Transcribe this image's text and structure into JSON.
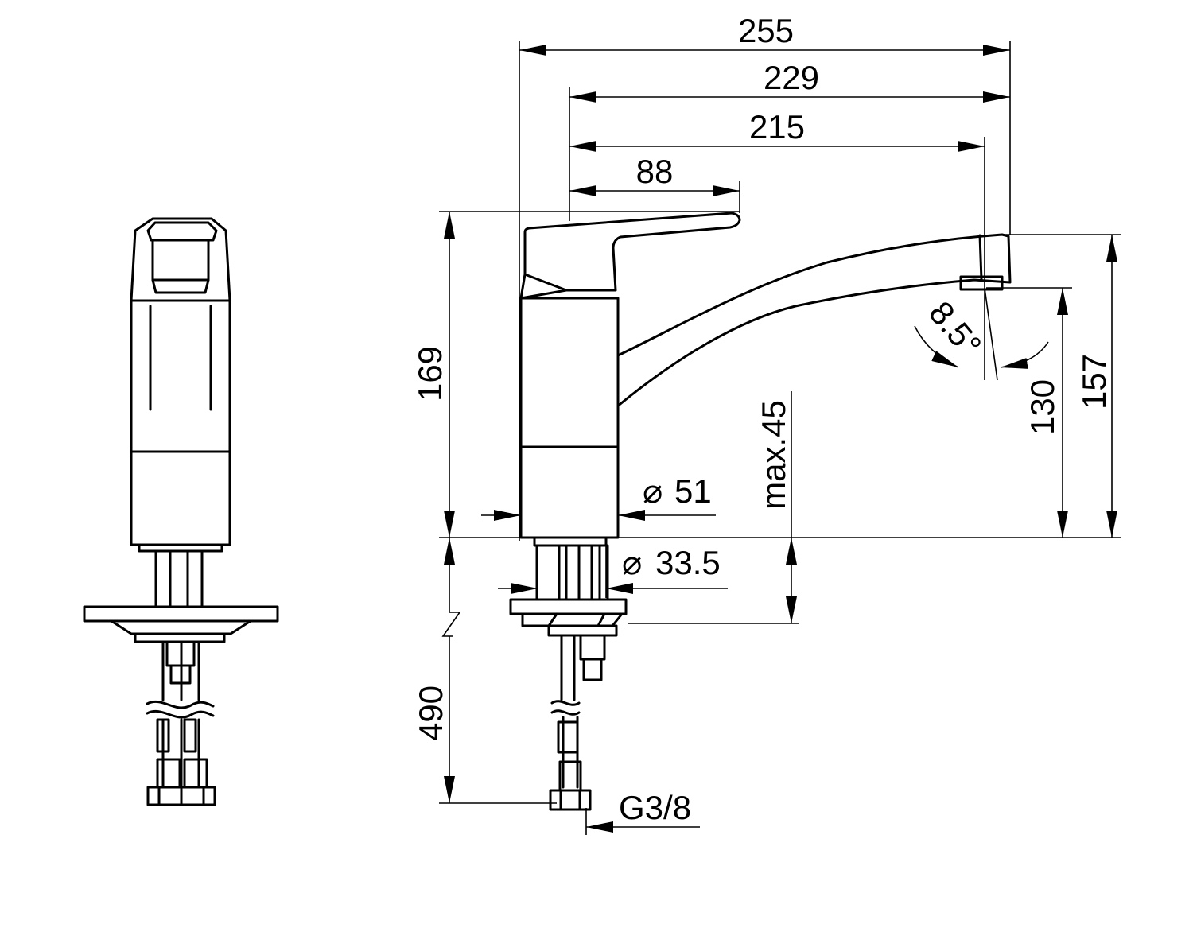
{
  "drawing": {
    "colors": {
      "line": "#000000",
      "background": "#ffffff"
    },
    "dimensions": {
      "overall_length": "255",
      "length_229": "229",
      "spout_reach": "215",
      "lever_length": "88",
      "height_169": "169",
      "height_157": "157",
      "outlet_height": "130",
      "spout_angle": "8.5°",
      "body_diameter": "51",
      "mounting_diameter": "33.5",
      "deck_thickness": "max.45",
      "hose_length": "490",
      "connection_thread": "G3/8"
    },
    "symbols": {
      "diameter": "⌀"
    }
  }
}
